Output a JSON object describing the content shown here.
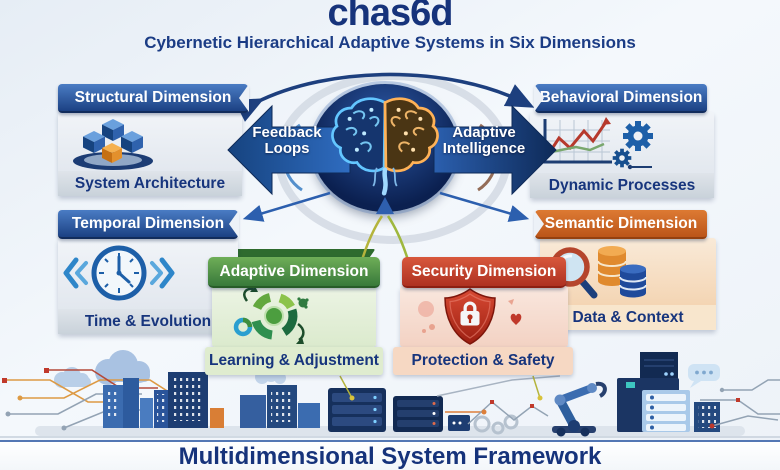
{
  "poster": {
    "title": "chas6d",
    "subtitle": "Cybernetic Hierarchical Adaptive Systems in Six Dimensions",
    "footer": "Multidimensional System Framework"
  },
  "center": {
    "left_arrow_label": "Feedback Loops",
    "right_arrow_label": "Adaptive Intelligence",
    "icon": "brain-icon"
  },
  "dimensions": {
    "structural": {
      "title": "Structural Dimension",
      "caption": "System Architecture",
      "icon": "cubes-3d-icon",
      "accent": "#2c5fae"
    },
    "behavioral": {
      "title": "Behavioral Dimension",
      "caption": "Dynamic Processes",
      "icon": "chart-gears-icon",
      "accent": "#2c5fae"
    },
    "temporal": {
      "title": "Temporal Dimension",
      "caption": "Time & Evolution",
      "icon": "clock-icon",
      "accent": "#2c5fae"
    },
    "semantic": {
      "title": "Semantic Dimension",
      "caption": "Data & Context",
      "icon": "magnifier-database-icon",
      "accent": "#cd6527"
    },
    "adaptive": {
      "title": "Adaptive Dimension",
      "caption": "Learning & Adjustment",
      "icon": "circular-arrows-gear-icon",
      "accent": "#4a8f43"
    },
    "security": {
      "title": "Security Dimension",
      "caption": "Protection & Safety",
      "icon": "shield-lock-icon",
      "accent": "#c2452e"
    }
  },
  "colors": {
    "navy_text": "#16337b",
    "background": "#eef3f8",
    "blue_header": "#2c5fae",
    "green_header": "#4a8f43",
    "red_header": "#c2452e",
    "orange_header": "#cd6527"
  }
}
